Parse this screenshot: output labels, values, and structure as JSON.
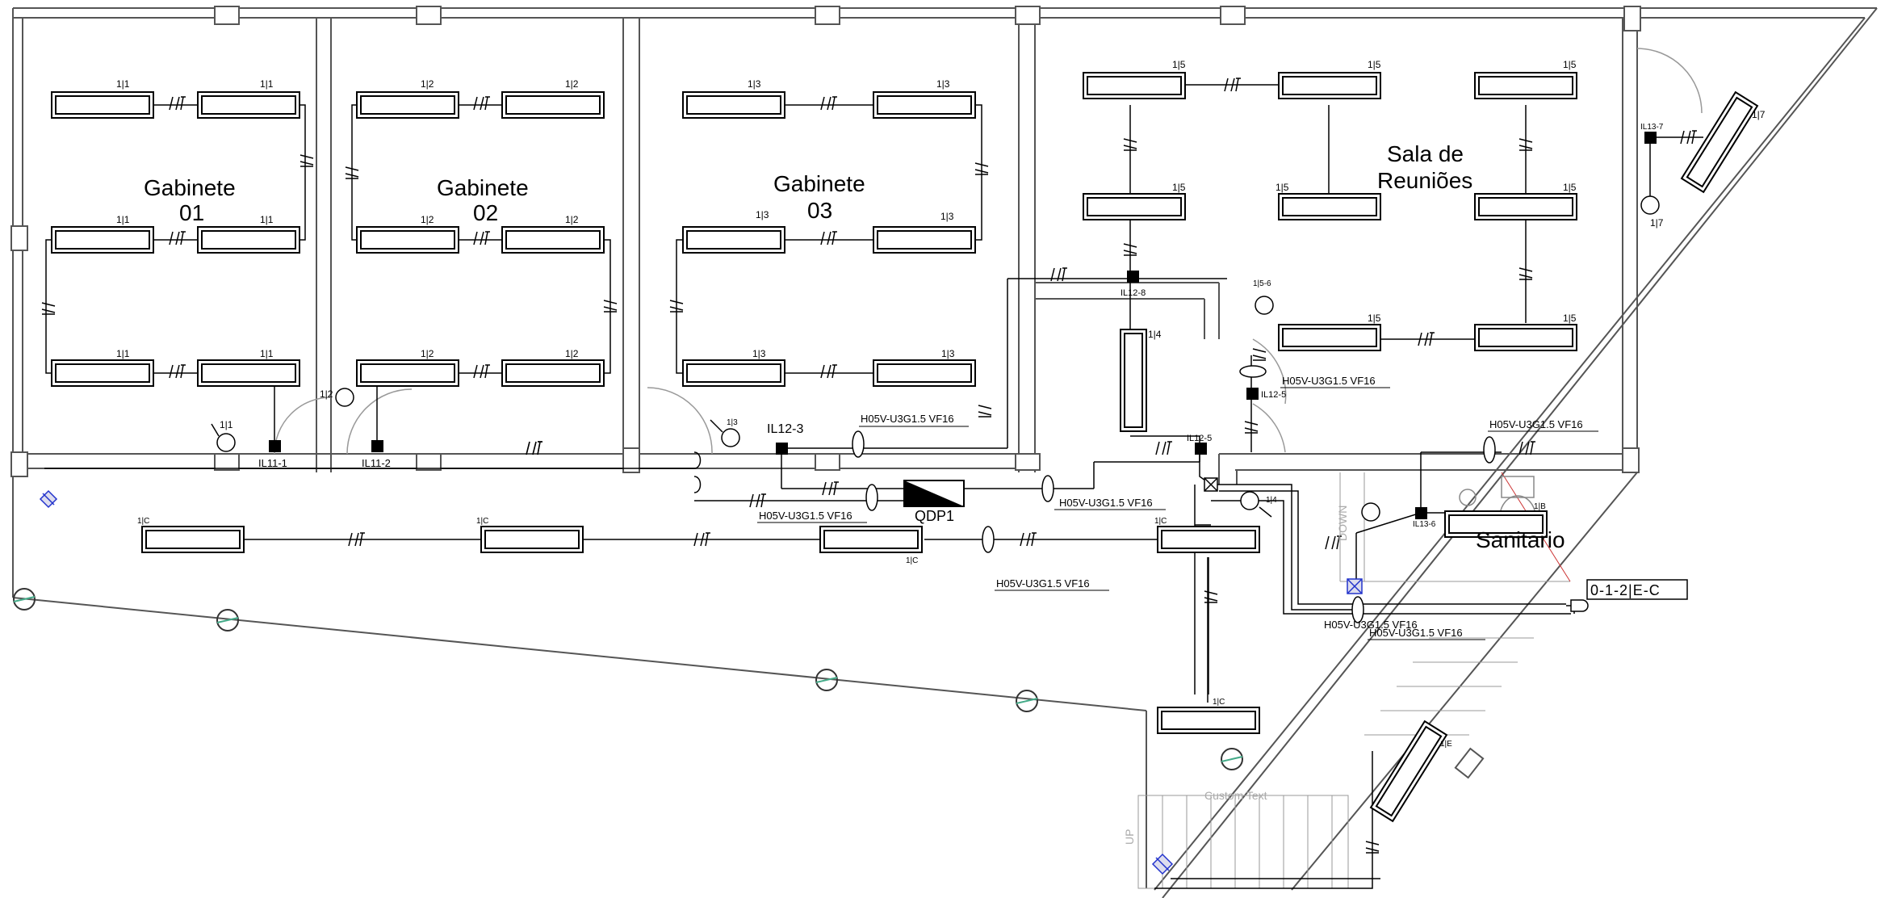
{
  "rooms": {
    "gabinete1_line1": "Gabinete",
    "gabinete1_line2": "01",
    "gabinete2_line1": "Gabinete",
    "gabinete2_line2": "02",
    "gabinete3_line1": "Gabinete",
    "gabinete3_line2": "03",
    "reunioes_line1": "Sala de",
    "reunioes_line2": "Reuniões",
    "sanitario": "Sanitario"
  },
  "panel": {
    "label": "QDP1"
  },
  "circuits": {
    "c11": "1|1",
    "c12": "1|2",
    "c13": "1|3",
    "c14": "1|4",
    "c15": "1|5",
    "c17": "1|7",
    "c1c": "1|C",
    "c1e": "1|E",
    "c1b": "1|B",
    "c15_6": "1|5-6"
  },
  "junctions": {
    "il11_1": "IL11-1",
    "il11_2": "IL11-2",
    "il12_3": "IL12-3",
    "il12_8": "IL12-8",
    "il12_5a": "IL12-5",
    "il12_5b": "IL12-5",
    "il13_7": "IL13-7",
    "il13_6": "IL13-6"
  },
  "cable_label": "H05V-U3G1.5  VF16",
  "cable_label_alt": "H05V-U3G1.5  VF16",
  "reference_code": "0-1-2|E-C",
  "up_label": "UP",
  "down_label": "DOWN",
  "custom_text": "Custom Text"
}
